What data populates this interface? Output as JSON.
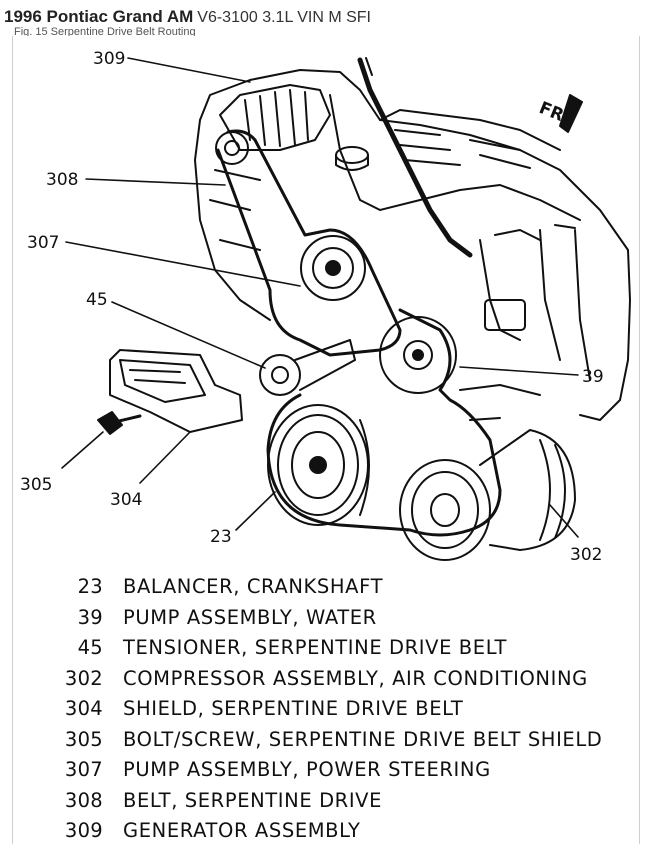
{
  "header": {
    "title": "1996 Pontiac Grand AM",
    "subtitle": "V6-3100 3.1L VIN M SFI",
    "caption": "Fig. 15 Serpentine Drive Belt Routing"
  },
  "diagram": {
    "direction_label": "FRT",
    "callouts": [
      "309",
      "308",
      "307",
      "45",
      "305",
      "304",
      "23",
      "39",
      "302"
    ]
  },
  "legend": [
    {
      "num": "23",
      "desc": "BALANCER, CRANKSHAFT"
    },
    {
      "num": "39",
      "desc": "PUMP ASSEMBLY, WATER"
    },
    {
      "num": "45",
      "desc": "TENSIONER, SERPENTINE DRIVE BELT"
    },
    {
      "num": "302",
      "desc": "COMPRESSOR ASSEMBLY, AIR CONDITIONING"
    },
    {
      "num": "304",
      "desc": "SHIELD, SERPENTINE DRIVE BELT"
    },
    {
      "num": "305",
      "desc": "BOLT/SCREW, SERPENTINE DRIVE BELT SHIELD"
    },
    {
      "num": "307",
      "desc": "PUMP ASSEMBLY, POWER STEERING"
    },
    {
      "num": "308",
      "desc": "BELT, SERPENTINE DRIVE"
    },
    {
      "num": "309",
      "desc": "GENERATOR ASSEMBLY"
    }
  ]
}
